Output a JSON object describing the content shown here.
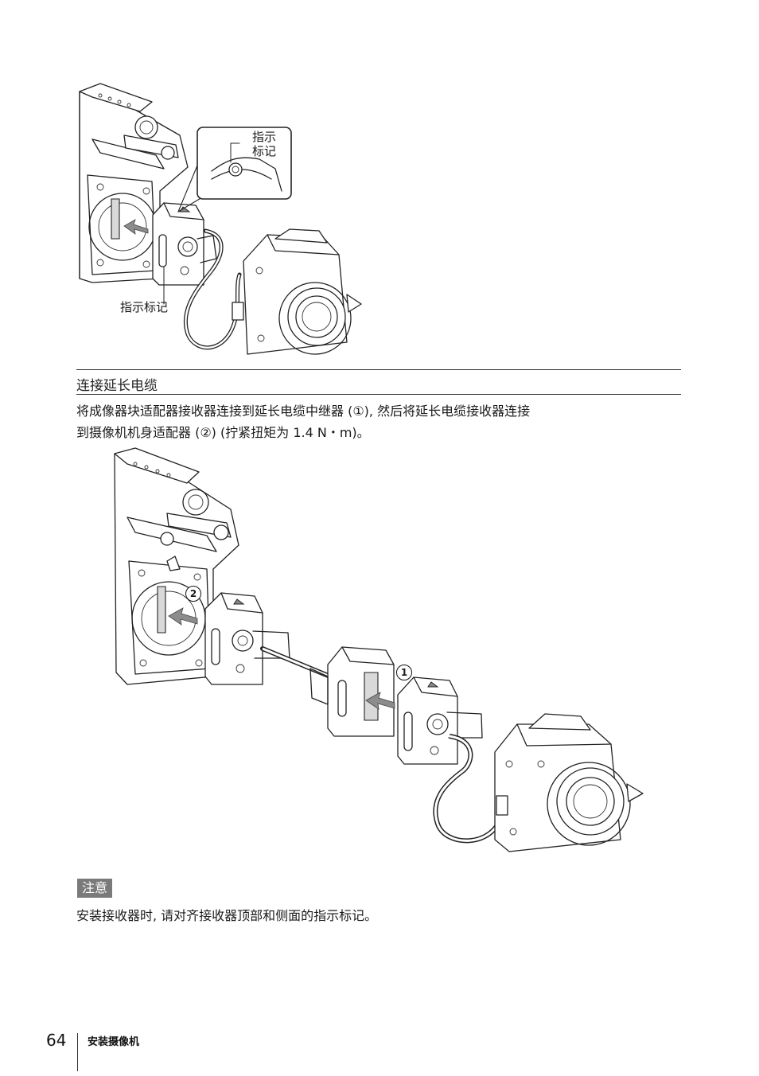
{
  "figure1": {
    "callout_label": "指示\n标记",
    "bottom_label": "指示标记"
  },
  "section": {
    "heading": "连接延长电缆",
    "paragraph_line1": "将成像器块适配器接收器连接到延长电缆中继器 (①), 然后将延长电缆接收器连接",
    "paragraph_line2": "到摄像机机身适配器 (②) (拧紧扭矩为 1.4 N・m)。"
  },
  "figure2": {
    "marker_1": "1",
    "marker_2": "2"
  },
  "note": {
    "label": "注意",
    "text": "安装接收器时, 请对齐接收器顶部和侧面的指示标记。"
  },
  "footer": {
    "page_number": "64",
    "section_title": "安装摄像机"
  }
}
